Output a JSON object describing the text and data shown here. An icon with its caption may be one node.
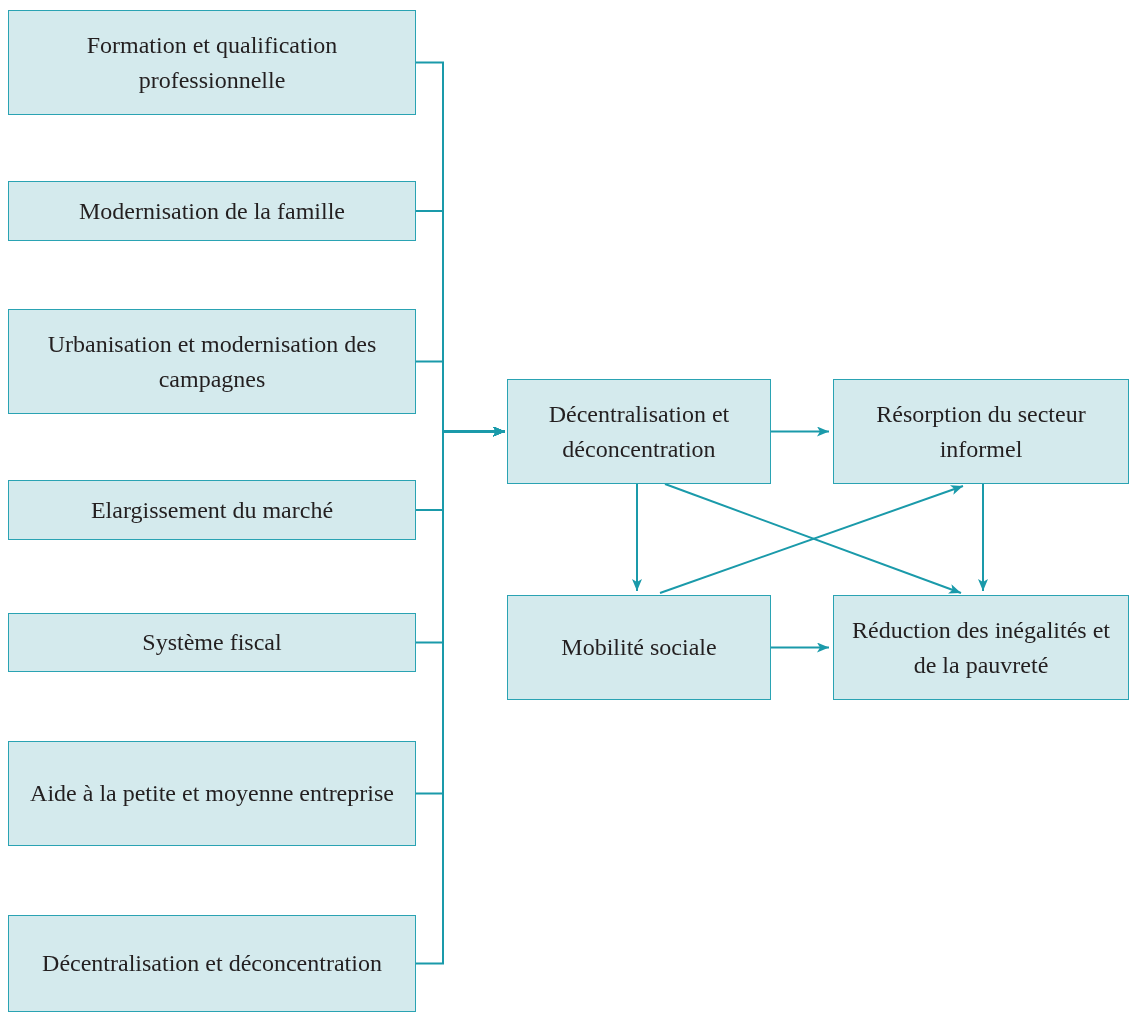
{
  "diagram": {
    "nodes": [
      {
        "text": [
          "Formation et qualification professionnelle"
        ]
      },
      {
        "text": [
          "Modernisation de la famille"
        ]
      },
      {
        "text": [
          "Urbanisation et modernisation des campagnes"
        ]
      },
      {
        "text": [
          "Elargissement du marché"
        ]
      },
      {
        "text": [
          "Système fiscal"
        ]
      },
      {
        "text": [
          "Aide à la petite et moyenne entreprise"
        ]
      },
      {
        "text": [
          "Décentralisation et déconcentration"
        ]
      },
      {
        "text": [
          "Décentralisation et déconcentration"
        ]
      },
      {
        "text": [
          "Résorption du secteur informel"
        ]
      },
      {
        "text": [
          "Mobilité sociale"
        ]
      },
      {
        "text": [
          "Réduction des inégalités et de la pauvreté"
        ]
      }
    ],
    "edges": [
      {
        "from": 0,
        "to": 7,
        "arrow": "to"
      },
      {
        "from": 1,
        "to": 7,
        "arrow": "to"
      },
      {
        "from": 2,
        "to": 7,
        "arrow": "to"
      },
      {
        "from": 3,
        "to": 7,
        "arrow": "to"
      },
      {
        "from": 4,
        "to": 7,
        "arrow": "to"
      },
      {
        "from": 5,
        "to": 7,
        "arrow": "to"
      },
      {
        "from": 6,
        "to": 7,
        "arrow": "to"
      },
      {
        "from": 7,
        "to": 8,
        "arrow": "to"
      },
      {
        "from": 7,
        "to": 9,
        "arrow": "to"
      },
      {
        "from": 7,
        "to": 10,
        "arrow": "to"
      },
      {
        "from": 9,
        "to": 8,
        "arrow": "to"
      },
      {
        "from": 8,
        "to": 10,
        "arrow": "to"
      },
      {
        "from": 9,
        "to": 10,
        "arrow": "to"
      }
    ]
  }
}
